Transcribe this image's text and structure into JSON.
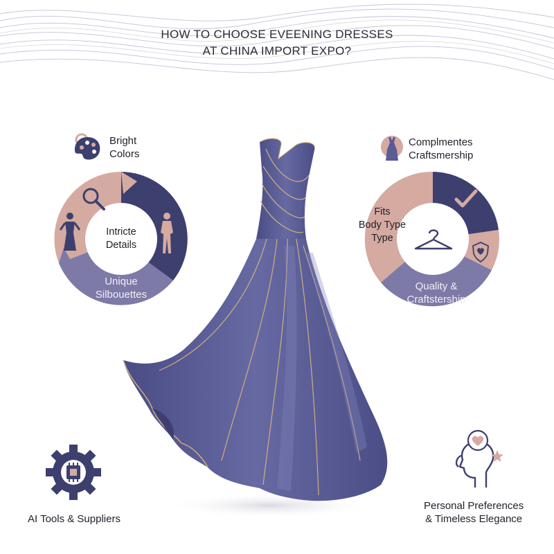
{
  "title": {
    "line1": "HOW TO CHOOSE EVEENING DRESSES",
    "line2": "AT CHINA IMPORT EXPO?"
  },
  "left": {
    "header": {
      "line1": "Bright",
      "line2": "Colors"
    },
    "center": {
      "line1": "Intricte",
      "line2": "Details"
    },
    "bottom_segment": {
      "line1": "Unique",
      "line2": "Silbouettes"
    }
  },
  "right": {
    "header": {
      "line1": "Complmentes",
      "line2": "Craftsmership"
    },
    "left_segment": {
      "line1": "Fits",
      "line2": "Body Type",
      "line3": "Type"
    },
    "bottom_segment": {
      "line1": "Quality &",
      "line2": "Craftstership"
    }
  },
  "bottom_left": {
    "label": "AI Tools & Suppliers"
  },
  "bottom_right": {
    "line1": "Personal Preferences",
    "line2": "& Timeless Elegance"
  },
  "colors": {
    "navy": "#3d3f6e",
    "dress": "#5a5c95",
    "rose": "#d5aaa1",
    "lavender": "#7d7aa8",
    "gold": "#d7b47a"
  },
  "icons": [
    "palette-icon",
    "magnifier-icon",
    "figure-icon",
    "body-silhouette-icon",
    "dress-icon",
    "checkmark-icon",
    "hanger-icon",
    "shield-heart-icon",
    "gear-chip-icon",
    "head-heart-icon"
  ]
}
